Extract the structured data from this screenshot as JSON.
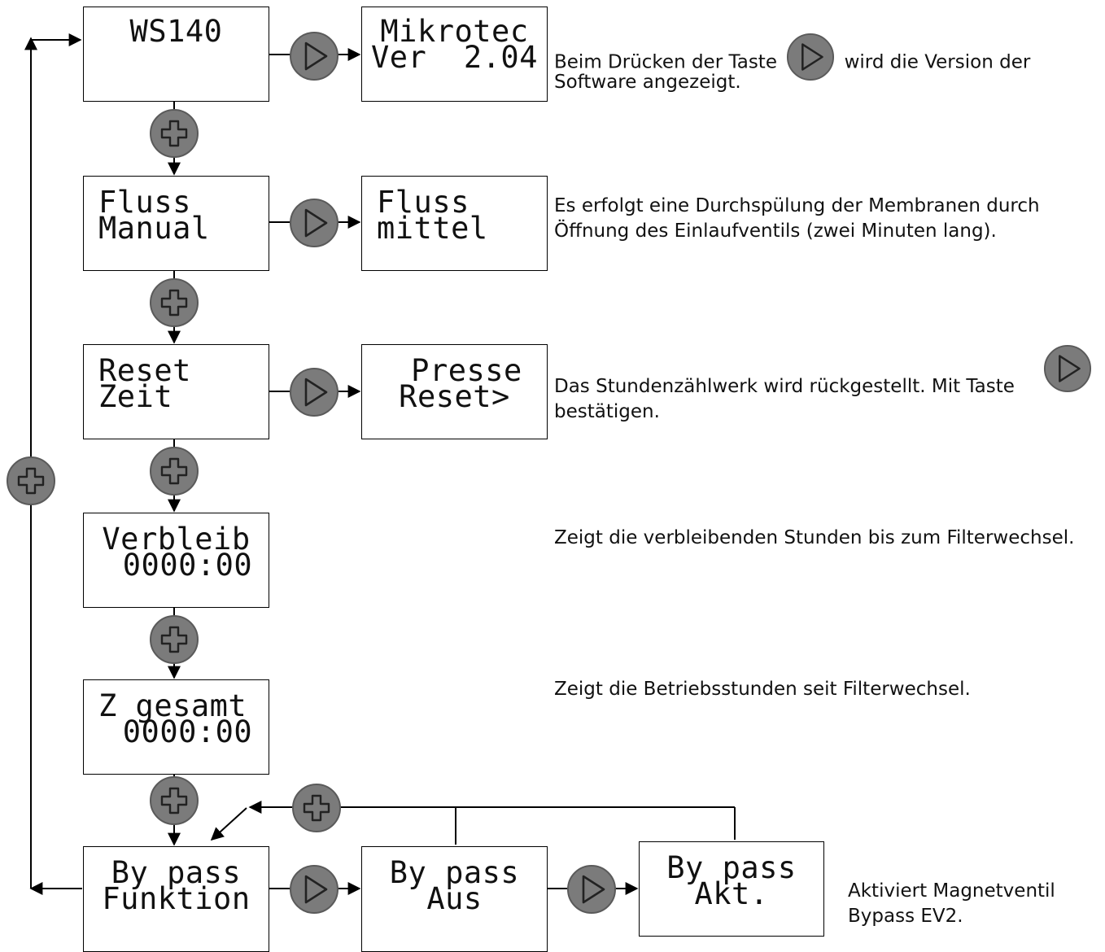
{
  "screens": {
    "ws140": {
      "line1": "WS140",
      "line2": ""
    },
    "version": {
      "line1": "Mikrotec",
      "line2": "Ver  2.04"
    },
    "fluss_manual": {
      "line1": "Fluss",
      "line2": "Manual"
    },
    "fluss_mittel": {
      "line1": "Fluss",
      "line2": "mittel"
    },
    "reset_zeit": {
      "line1": "Reset",
      "line2": "Zeit"
    },
    "presse_reset": {
      "line1": "Presse",
      "line2": "Reset>"
    },
    "verbleib": {
      "line1": "Verbleib",
      "line2": "0000:00"
    },
    "z_gesamt": {
      "line1": "Z gesamt",
      "line2": "0000:00"
    },
    "bypass_funktion": {
      "line1": "By pass",
      "line2": "Funktion"
    },
    "bypass_aus": {
      "line1": "By pass",
      "line2": "Aus"
    },
    "bypass_akt": {
      "line1": "By pass",
      "line2": "Akt."
    }
  },
  "descriptions": {
    "version": {
      "before_icon": " Beim Drücken der Taste",
      "after_icon": "wird die Version der",
      "line2": "Software angezeigt."
    },
    "flush": {
      "line1": "Es erfolgt eine Durchspülung der Membranen durch",
      "line2": "Öffnung des Einlaufventils (zwei Minuten lang)."
    },
    "reset": {
      "line1": "Das Stundenzählwerk wird rückgestellt. Mit Taste",
      "line2": "bestätigen."
    },
    "remaining": {
      "line1": "Zeigt die verbleibenden Stunden bis zum Filterwechsel."
    },
    "total": {
      "line1": "Zeigt die Betriebsstunden seit Filterwechsel."
    },
    "bypass": {
      "line1": "Aktiviert  Magnetventil",
      "line2": "Bypass EV2."
    }
  },
  "icons": {
    "plus_button": "plus-icon",
    "play_button": "play-icon"
  },
  "colors": {
    "button_fill": "#7b7b7b",
    "button_rim": "#5a5a5a",
    "icon_outline": "#222222",
    "line": "#000000"
  }
}
